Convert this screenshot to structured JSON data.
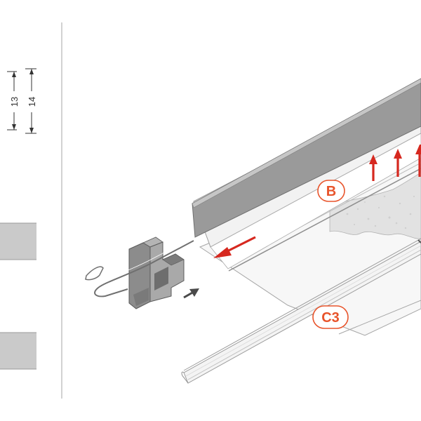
{
  "dimensions": {
    "inner": "13",
    "outer": "14"
  },
  "callouts": {
    "b": "B",
    "c3": "C3"
  },
  "colors": {
    "accent": "#e8542b",
    "arrow_red": "#d6281f",
    "profile_gray": "#8c8c8c",
    "swatch_gray": "#c8c8c8",
    "line_gray": "#a6a6a6"
  },
  "icons": {
    "slide_arrow": "arrow-left-icon",
    "lift_arrows": "arrow-up-icon",
    "push_arrow": "arrow-right-icon"
  }
}
